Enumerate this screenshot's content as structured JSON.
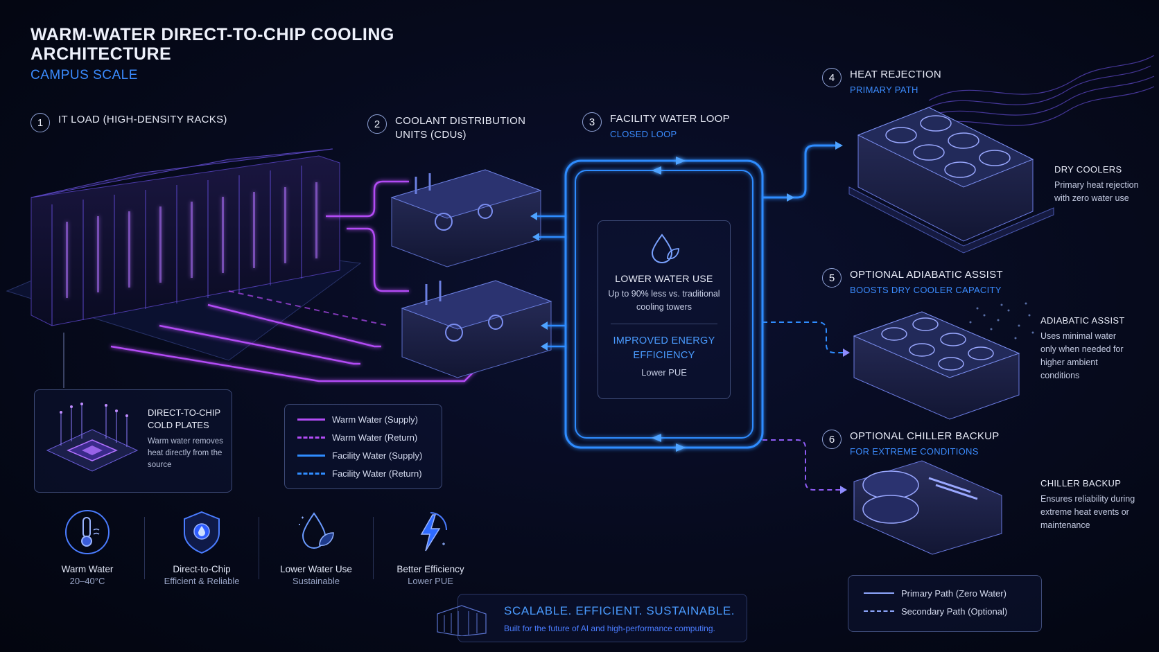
{
  "header": {
    "title": "WARM-WATER DIRECT-TO-CHIP COOLING ARCHITECTURE",
    "subtitle": "CAMPUS SCALE"
  },
  "steps": [
    {
      "num": "1",
      "title": "IT LOAD (HIGH-DENSITY RACKS)",
      "sub": ""
    },
    {
      "num": "2",
      "title": "COOLANT DISTRIBUTION UNITS (CDUs)",
      "sub": ""
    },
    {
      "num": "3",
      "title": "FACILITY WATER LOOP",
      "sub": "CLOSED LOOP"
    },
    {
      "num": "4",
      "title": "HEAT REJECTION",
      "sub": "PRIMARY PATH"
    },
    {
      "num": "5",
      "title": "OPTIONAL ADIABATIC ASSIST",
      "sub": "BOOSTS DRY COOLER CAPACITY"
    },
    {
      "num": "6",
      "title": "OPTIONAL CHILLER BACKUP",
      "sub": "FOR EXTREME CONDITIONS"
    }
  ],
  "center_panel": {
    "water_title": "LOWER WATER USE",
    "water_text": "Up to 90% less vs. traditional cooling towers",
    "energy_title": "IMPROVED ENERGY EFFICIENCY",
    "energy_text": "Lower PUE"
  },
  "side_notes": [
    {
      "title": "DRY COOLERS",
      "text": "Primary heat rejection with zero water use"
    },
    {
      "title": "ADIABATIC ASSIST",
      "text": "Uses minimal water only when needed for higher ambient conditions"
    },
    {
      "title": "CHILLER BACKUP",
      "text": "Ensures reliability during extreme heat events or maintenance"
    }
  ],
  "cold_plates": {
    "title": "DIRECT-TO-CHIP COLD PLATES",
    "text": "Warm water removes heat directly from the source"
  },
  "legend": [
    {
      "label": "Warm Water (Supply)",
      "color": "#b34cf5",
      "style": "solid"
    },
    {
      "label": "Warm Water (Return)",
      "color": "#b34cf5",
      "style": "dashed"
    },
    {
      "label": "Facility Water (Supply)",
      "color": "#2f8cff",
      "style": "solid"
    },
    {
      "label": "Facility Water (Return)",
      "color": "#2f8cff",
      "style": "dashed"
    }
  ],
  "path_legend": [
    {
      "label": "Primary Path (Zero Water)",
      "color": "#8fa8ff",
      "style": "solid"
    },
    {
      "label": "Secondary Path (Optional)",
      "color": "#8fa8ff",
      "style": "dashed"
    }
  ],
  "features": [
    {
      "icon": "thermometer-icon",
      "label": "Warm Water",
      "sub": "20–40°C"
    },
    {
      "icon": "shield-chip-icon",
      "label": "Direct-to-Chip",
      "sub": "Efficient & Reliable"
    },
    {
      "icon": "water-leaf-icon",
      "label": "Lower Water Use",
      "sub": "Sustainable"
    },
    {
      "icon": "lightning-icon",
      "label": "Better Efficiency",
      "sub": "Lower PUE"
    }
  ],
  "banner": {
    "title": "SCALABLE. EFFICIENT. SUSTAINABLE.",
    "text": "Built for the future of AI and high-performance computing."
  },
  "colors": {
    "accent_blue": "#2f8cff",
    "accent_purple": "#b34cf5",
    "background": "#060a1c"
  }
}
